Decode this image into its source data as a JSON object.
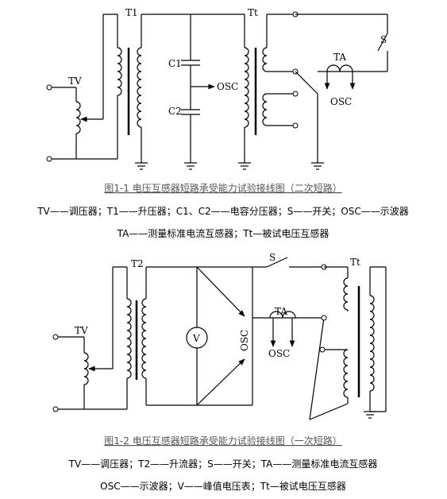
{
  "fig1": {
    "labels": {
      "t1": "T1",
      "tt": "Tt",
      "tv": "TV",
      "c1": "C1",
      "c2": "C2",
      "osc": "OSC",
      "ta": "TA",
      "osc2": "OSC",
      "s": "S"
    },
    "title": "图1-1 电压互感器短路承受能力试验接线图（二次短路）",
    "legend_line1": "TV——调压器；T1——升压器；C1、C2——电容分压器；S——开关；OSC——示波器",
    "legend_line2": "TA——测量标准电流互感器；Tt—被试电压互感器"
  },
  "fig2": {
    "labels": {
      "t2": "T2",
      "tt": "Tt",
      "tv": "TV",
      "v": "V",
      "osc": "OSC",
      "ta": "TA",
      "osc2": "OSC",
      "s": "S"
    },
    "title": "图1-2 电压互感器短路承受能力试验接线图（一次短路）",
    "legend_line1": "TV——调压器；T2——升流器；S——开关；TA——测量标准电流互感器",
    "legend_line2": "OSC——示波器；V——峰值电压表；Tt—被试电压互感器"
  }
}
